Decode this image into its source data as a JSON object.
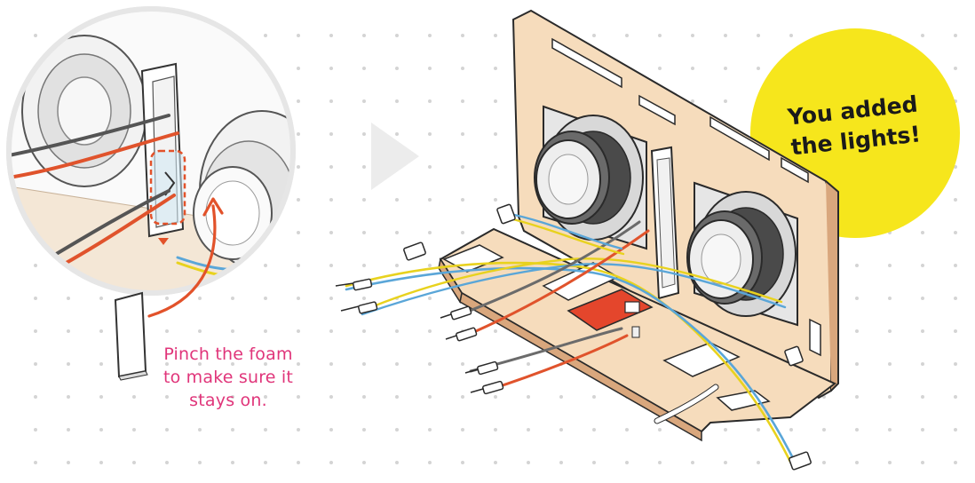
{
  "callout": {
    "line1": "Pinch the foam",
    "line2": "to make sure it",
    "line3": "stays on."
  },
  "badge": {
    "line1": "You added",
    "line2": "the lights!",
    "color": "#f6e61c"
  },
  "colors": {
    "wood": "#f6dcbc",
    "wood_edge": "#d9a77d",
    "caption": "#e0357a",
    "arrow": "#e2522a",
    "wire_red": "#e0532c",
    "wire_yellow": "#e8d21e",
    "wire_blue": "#5aa6d8",
    "wire_gray": "#6b6b6b",
    "speaker_dark": "#4a4a4a",
    "speaker_light": "#d8d8d8",
    "board_red": "#e4462c",
    "dot_grid": "#d4d4d4",
    "play_arrow": "#ececec"
  }
}
